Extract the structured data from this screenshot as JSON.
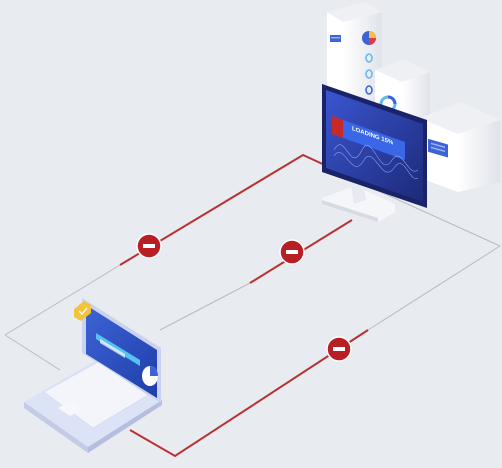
{
  "monitor": {
    "loading_text": "LOADING 15%",
    "progress_fraction": 0.15
  },
  "connections": [
    {
      "name": "laptop-to-monitor-upper",
      "status": "blocked"
    },
    {
      "name": "laptop-to-monitor-lower",
      "status": "blocked"
    },
    {
      "name": "laptop-to-server",
      "status": "blocked"
    }
  ],
  "icons": [
    "blocked-icon",
    "check-badge-icon",
    "pie-chart-icon",
    "donut-chart-icon"
  ],
  "colors": {
    "background": "#e8ebef",
    "blocked_line": "#b83232",
    "blocked_badge": "#b81f24",
    "screen_blue": "#2747b8",
    "screen_dark": "#1d2a7a",
    "accent_yellow": "#f2c33c",
    "connector_gray": "#b7bcc4"
  }
}
